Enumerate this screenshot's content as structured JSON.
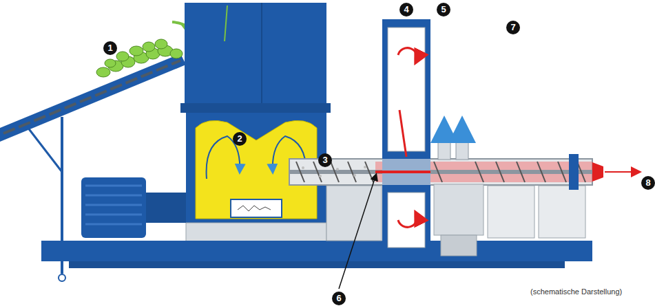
{
  "diagram": {
    "caption": "(schematische Darstellung)",
    "labels": [
      "1",
      "2",
      "3",
      "4",
      "5",
      "6",
      "7",
      "8"
    ]
  }
}
